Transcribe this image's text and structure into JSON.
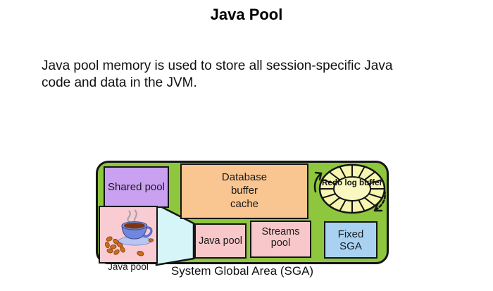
{
  "slide": {
    "title": "Java Pool",
    "body_lines": [
      "Java pool memory is used to store all session-specific Java",
      "code and data in the JVM."
    ]
  },
  "diagram": {
    "caption": "System Global Area (SGA)",
    "inset_label": "Java pool",
    "shared_pool_label": "Shared pool",
    "db_buffer_lines": [
      "Database",
      "buffer",
      "cache"
    ],
    "redo_log_label": "Redo log buffer",
    "java_pool_label": "Java pool",
    "streams_pool_label": "Streams pool",
    "fixed_sga_label": "Fixed SGA",
    "colors": {
      "sga_green": "#8ec63e",
      "shared_pool_purple": "#c9a1f0",
      "buffer_cache_orange": "#f9c591",
      "pool_pink": "#f7c7c9",
      "inset_pink": "#f8ccd2",
      "fixed_sga_blue": "#a9d2f2",
      "redo_log_yellow": "#f6f6b0",
      "zoom_wedge_cyan": "#d6f5f9",
      "outline_black": "#151515"
    }
  }
}
